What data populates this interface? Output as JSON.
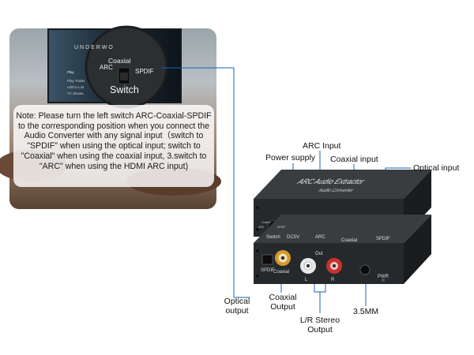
{
  "zoom": {
    "switch_top_label": "Coaxial",
    "switch_left_label": "ARC",
    "switch_right_label": "SPDIF",
    "switch_caption": "Switch"
  },
  "tv": {
    "show_title": "UNDERWO",
    "buttons": [
      "Play",
      "Play Trailer",
      "Add to List",
      "TV Shows"
    ]
  },
  "note": "Note: Please turn the left switch ARC-Coaxial-SPDIF to the corresponding position when you connect the Audio Converter with any signal input（switch to \"SPDIF\" when using the optical input; switch to \"Coaxial\" when using the coaxial input, 3.switch to \"ARC\" when using the HDMI ARC input)",
  "device": {
    "product_name": "ARC Audio Extractor",
    "product_sub": "Audio Converter",
    "top_switch_marks": [
      "Coaxial",
      "ARC",
      "SPDIF"
    ],
    "top_labels": {
      "switch": "Switch",
      "dc": "DC5V",
      "arc": "ARC",
      "coaxial": "Coaxial",
      "spdif": "SPDIF"
    },
    "bottom_labels": {
      "spdif": "SPDIF",
      "coaxial": "Coaxial",
      "out": "Out",
      "l": "L",
      "r": "R",
      "pwr": "PWR"
    }
  },
  "callouts": {
    "power_supply": "Power supply",
    "arc_input": "ARC Input",
    "coaxial_input": "Coaxial input",
    "optical_input": "Optical input",
    "optical_output": [
      "Optical",
      "output"
    ],
    "coaxial_output": [
      "Coaxial",
      "Output"
    ],
    "stereo_output": [
      "L/R Stereo",
      "Output"
    ],
    "mm_jack": "3.5MM"
  },
  "colors": {
    "callout_line": "#1565c0",
    "device_body": "#26292c",
    "rca_gold": "#d39a2c",
    "rca_red": "#c8322e"
  }
}
